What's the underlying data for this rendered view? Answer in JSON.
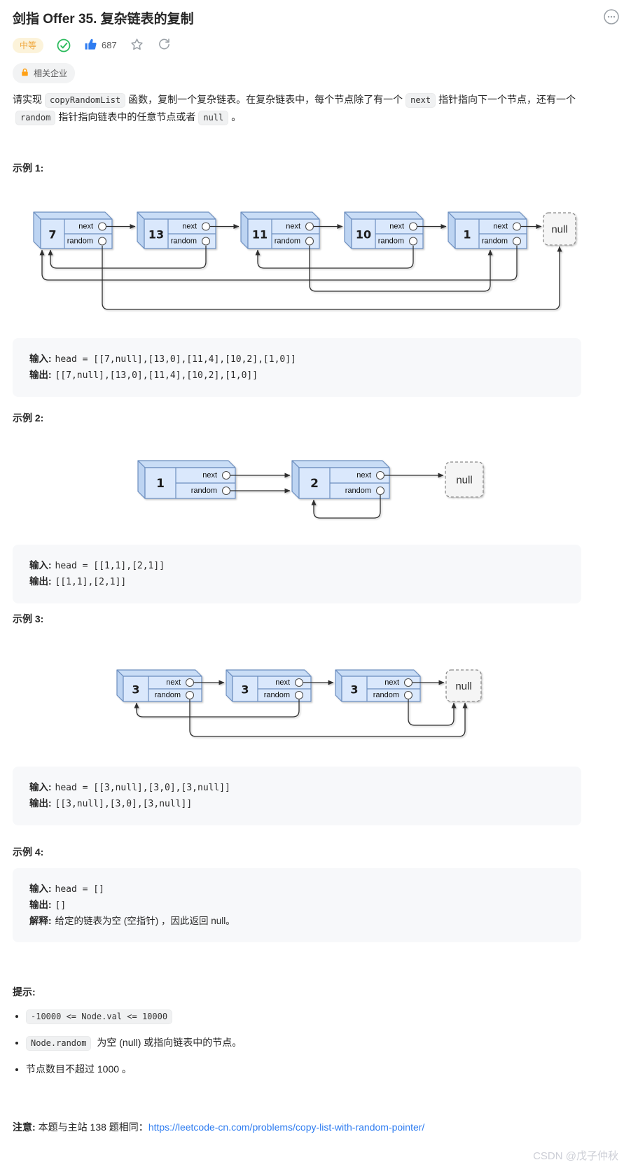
{
  "header": {
    "title": "剑指 Offer 35. 复杂链表的复制"
  },
  "meta": {
    "difficulty": "中等",
    "likes": "687",
    "company": "相关企业"
  },
  "description": {
    "p1": "请实现",
    "c1": "copyRandomList",
    "p2": "函数，复制一个复杂链表。在复杂链表中，每个节点除了有一个",
    "c2": "next",
    "p3": "指针指向下一个节点，还有一个",
    "c3": "random",
    "p4": "指针指向链表中的任意节点或者",
    "c4": "null",
    "p5": "。"
  },
  "diagram_labels": {
    "next": "next",
    "random": "random",
    "null": "null"
  },
  "examples": [
    {
      "heading": "示例 1:",
      "input_label": "输入:",
      "input": "head = [[7,null],[13,0],[11,4],[10,2],[1,0]]",
      "output_label": "输出:",
      "output": "[[7,null],[13,0],[11,4],[10,2],[1,0]]",
      "nodes": [
        "7",
        "13",
        "11",
        "10",
        "1"
      ]
    },
    {
      "heading": "示例 2:",
      "input_label": "输入:",
      "input": "head = [[1,1],[2,1]]",
      "output_label": "输出:",
      "output": "[[1,1],[2,1]]",
      "nodes": [
        "1",
        "2"
      ]
    },
    {
      "heading": "示例 3:",
      "input_label": "输入:",
      "input": "head = [[3,null],[3,0],[3,null]]",
      "output_label": "输出:",
      "output": "[[3,null],[3,0],[3,null]]",
      "nodes": [
        "3",
        "3",
        "3"
      ]
    },
    {
      "heading": "示例 4:",
      "input_label": "输入:",
      "input": "head = []",
      "output_label": "输出:",
      "output": "[]",
      "explain_label": "解释:",
      "explanation": "给定的链表为空 (空指针) ，因此返回 null。"
    }
  ],
  "hints": {
    "heading": "提示:",
    "items": [
      {
        "code": "-10000 <= Node.val <= 10000",
        "text": ""
      },
      {
        "code": "Node.random",
        "text": " 为空 (null) 或指向链表中的节点。"
      },
      {
        "code": "",
        "text": "节点数目不超过 1000 。"
      }
    ]
  },
  "note": {
    "label": "注意:",
    "text": "本题与主站 138 题相同：",
    "url": "https://leetcode-cn.com/problems/copy-list-with-random-pointer/"
  },
  "watermark": "CSDN @戊子仲秋"
}
